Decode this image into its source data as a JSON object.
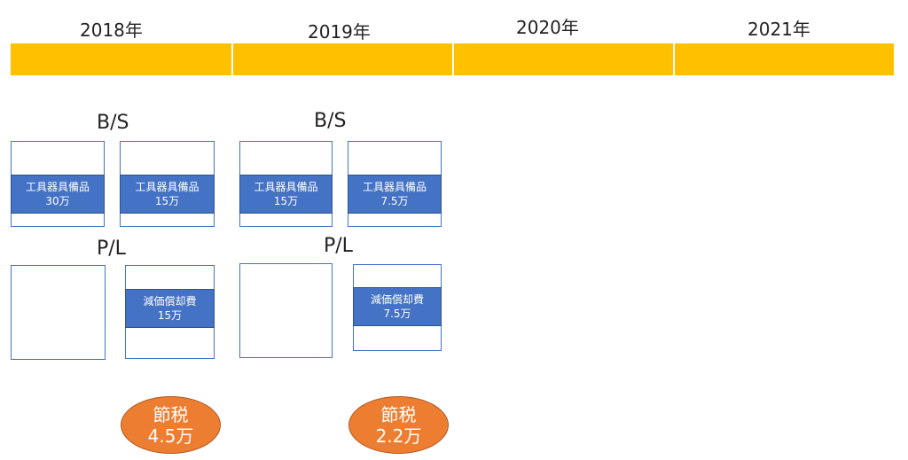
{
  "colors": {
    "timeline": "#FFC000",
    "box_border": "#4472C4",
    "band_fill": "#4472C4",
    "oval_fill": "#ED7D31"
  },
  "timeline": {
    "years": [
      "2018年",
      "2019年",
      "2020年",
      "2021年"
    ]
  },
  "y2018": {
    "bs_label": "B/S",
    "pl_label": "P/L",
    "bs_left": {
      "name": "工具器具備品",
      "amount": "30万"
    },
    "bs_right": {
      "name": "工具器具備品",
      "amount": "15万"
    },
    "pl_right": {
      "name": "減価償却費",
      "amount": "15万"
    },
    "tax": {
      "label": "節税",
      "amount": "4.5万"
    }
  },
  "y2019": {
    "bs_label": "B/S",
    "pl_label": "P/L",
    "bs_left": {
      "name": "工具器具備品",
      "amount": "15万"
    },
    "bs_right": {
      "name": "工具器具備品",
      "amount": "7.5万"
    },
    "pl_right": {
      "name": "減価償却費",
      "amount": "7.5万"
    },
    "tax": {
      "label": "節税",
      "amount": "2.2万"
    }
  }
}
